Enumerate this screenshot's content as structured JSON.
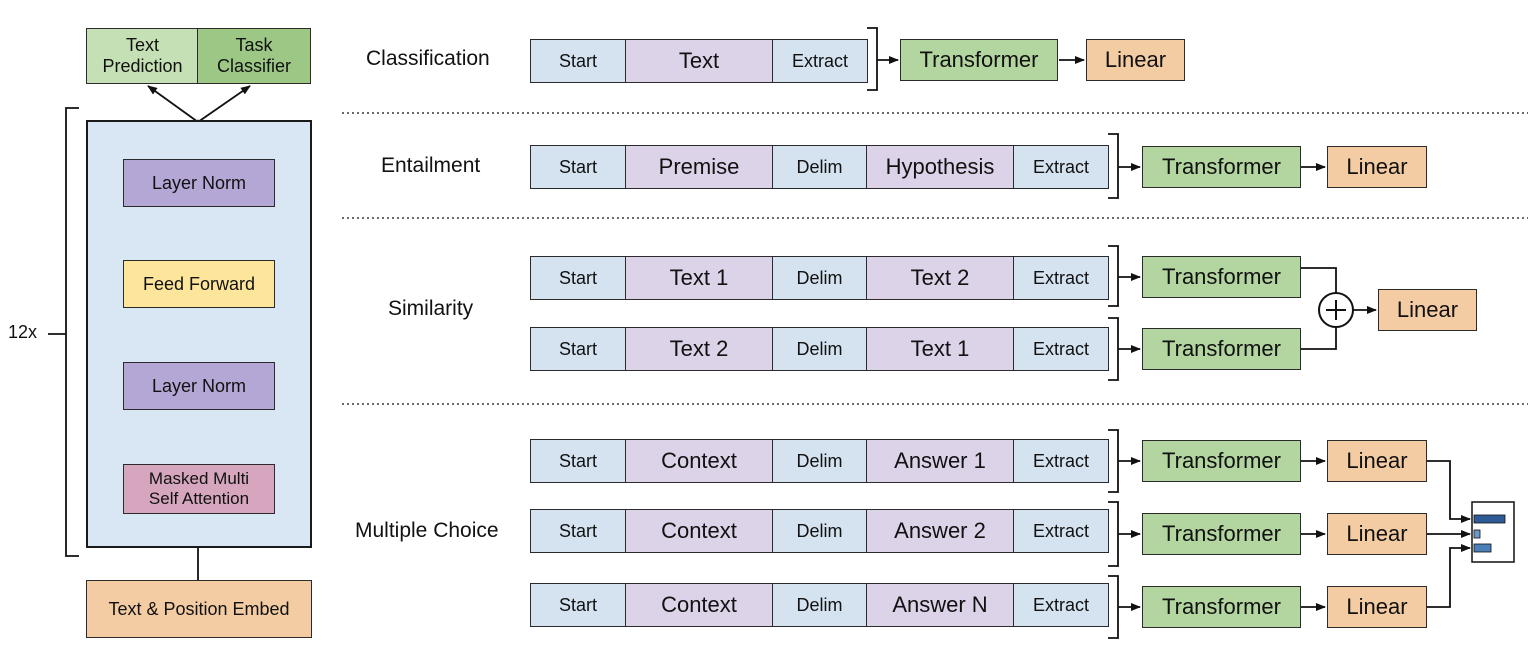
{
  "left": {
    "outputs": {
      "text_prediction": "Text\nPrediction",
      "task_classifier": "Task\nClassifier"
    },
    "repeat": "12x",
    "layer_norm_top": "Layer Norm",
    "feed_forward": "Feed Forward",
    "layer_norm_bottom": "Layer Norm",
    "attention": "Masked Multi\nSelf Attention",
    "embed": "Text & Position Embed"
  },
  "tasks": {
    "classification": {
      "label": "Classification",
      "tokens": [
        "Start",
        "Text",
        "Extract"
      ],
      "transformer": "Transformer",
      "linear": "Linear"
    },
    "entailment": {
      "label": "Entailment",
      "tokens": [
        "Start",
        "Premise",
        "Delim",
        "Hypothesis",
        "Extract"
      ],
      "transformer": "Transformer",
      "linear": "Linear"
    },
    "similarity": {
      "label": "Similarity",
      "row1": [
        "Start",
        "Text 1",
        "Delim",
        "Text 2",
        "Extract"
      ],
      "row2": [
        "Start",
        "Text 2",
        "Delim",
        "Text 1",
        "Extract"
      ],
      "transformer": "Transformer",
      "linear": "Linear"
    },
    "multiple_choice": {
      "label": "Multiple Choice",
      "row1": [
        "Start",
        "Context",
        "Delim",
        "Answer 1",
        "Extract"
      ],
      "row2": [
        "Start",
        "Context",
        "Delim",
        "Answer 2",
        "Extract"
      ],
      "row3": [
        "Start",
        "Context",
        "Delim",
        "Answer N",
        "Extract"
      ],
      "transformer": "Transformer",
      "linear": "Linear"
    }
  }
}
